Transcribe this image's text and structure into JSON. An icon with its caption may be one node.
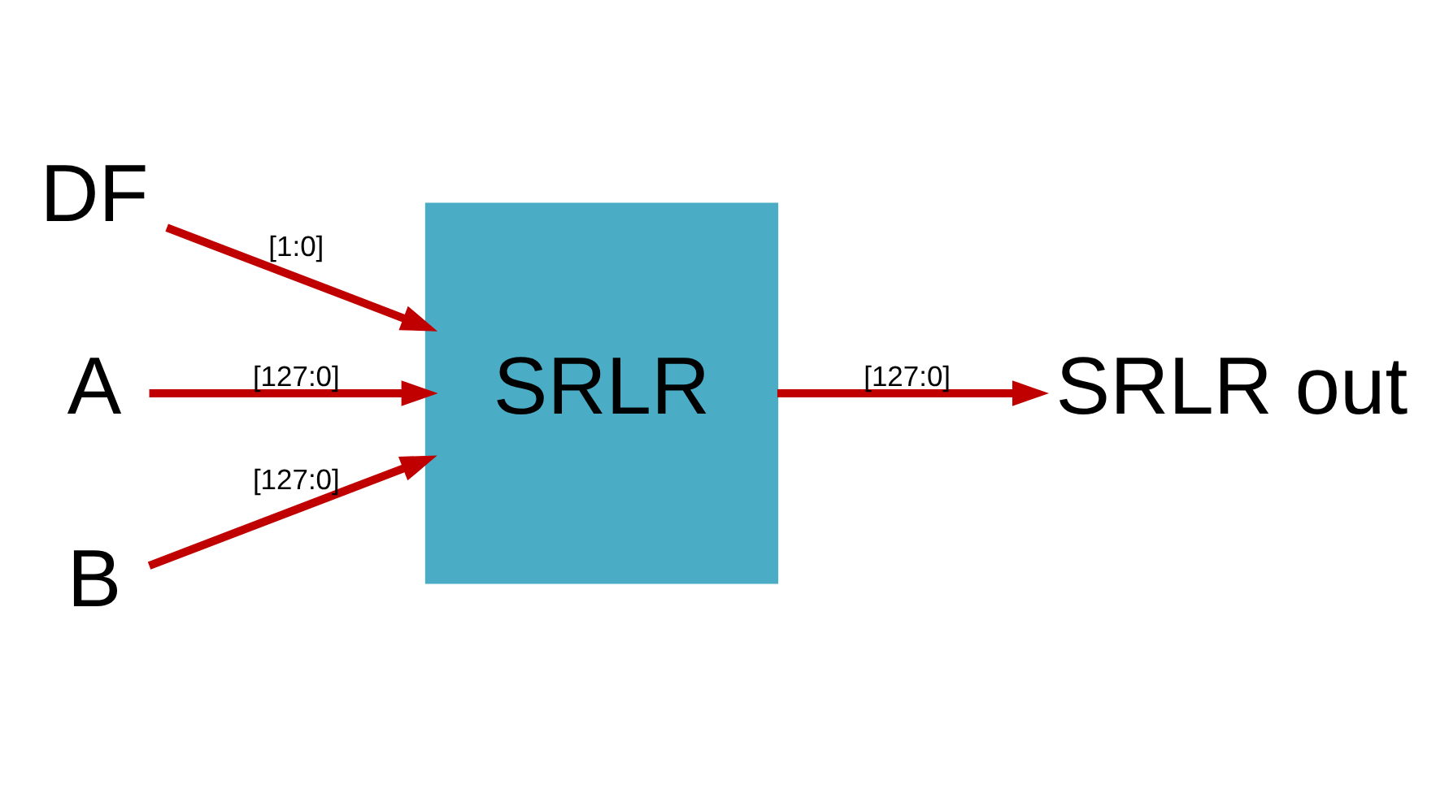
{
  "diagram": {
    "nodes": [
      {
        "text": [
          "DF"
        ]
      },
      {
        "text": [
          "A"
        ]
      },
      {
        "text": [
          "B"
        ]
      },
      {
        "text": [
          "SRLR"
        ]
      },
      {
        "text": [
          "SRLR out"
        ]
      }
    ],
    "edges": [
      {
        "from": 0,
        "to": 3,
        "arrow": "to",
        "label": "[1:0]"
      },
      {
        "from": 1,
        "to": 3,
        "arrow": "to",
        "label": "[127:0]"
      },
      {
        "from": 2,
        "to": 3,
        "arrow": "to",
        "label": "[127:0]"
      },
      {
        "from": 3,
        "to": 4,
        "arrow": "to",
        "label": "[127:0]"
      }
    ]
  }
}
